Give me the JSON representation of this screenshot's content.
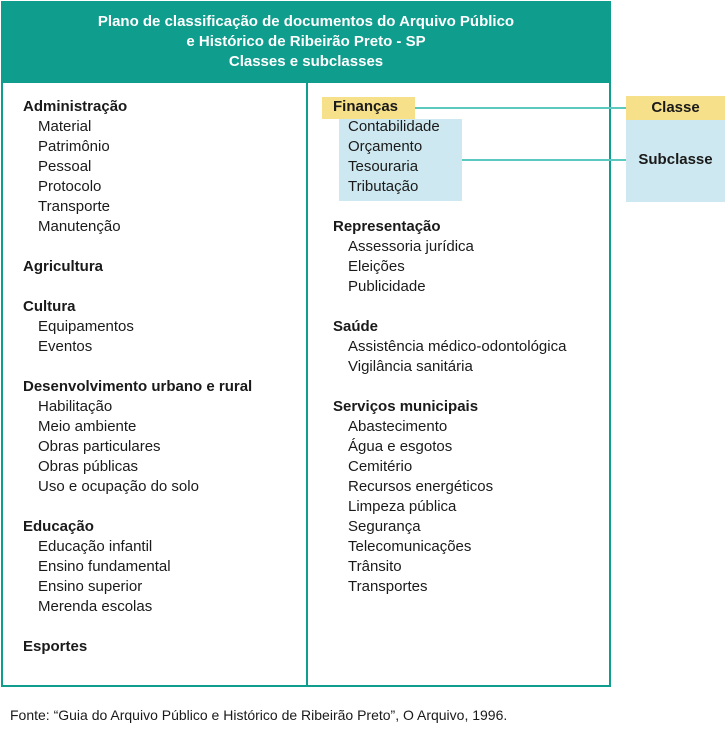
{
  "header": {
    "line1": "Plano de classificação de documentos do Arquivo Público",
    "line2": "e Histórico de Ribeirão Preto - SP",
    "line3": "Classes e subclasses"
  },
  "left_column": [
    {
      "class": "Administração",
      "subclasses": [
        "Material",
        "Patrimônio",
        "Pessoal",
        "Protocolo",
        "Transporte",
        "Manutenção"
      ]
    },
    {
      "class": "Agricultura",
      "subclasses": []
    },
    {
      "class": "Cultura",
      "subclasses": [
        "Equipamentos",
        "Eventos"
      ]
    },
    {
      "class": "Desenvolvimento urbano e rural",
      "subclasses": [
        "Habilitação",
        "Meio ambiente",
        "Obras particulares",
        "Obras públicas",
        "Uso e ocupação do solo"
      ]
    },
    {
      "class": "Educação",
      "subclasses": [
        "Educação infantil",
        "Ensino fundamental",
        "Ensino superior",
        "Merenda escolas"
      ]
    },
    {
      "class": "Esportes",
      "subclasses": []
    }
  ],
  "right_column": [
    {
      "class": "Finanças",
      "subclasses": [
        "Contabilidade",
        "Orçamento",
        "Tesouraria",
        "Tributação"
      ]
    },
    {
      "class": "Representação",
      "subclasses": [
        "Assessoria jurídica",
        "Eleições",
        "Publicidade"
      ]
    },
    {
      "class": "Saúde",
      "subclasses": [
        "Assistência médico-odontológica",
        "Vigilância sanitária"
      ]
    },
    {
      "class": "Serviços municipais",
      "subclasses": [
        "Abastecimento",
        "Água e esgotos",
        "Cemitério",
        "Recursos energéticos",
        "Limpeza pública",
        "Segurança",
        "Telecomunicações",
        "Trânsito",
        "Transportes"
      ]
    }
  ],
  "legend": {
    "class_label": "Classe",
    "subclass_label": "Subclasse"
  },
  "colors": {
    "teal": "#0f9e8e",
    "class_highlight": "#f6e08a",
    "subclass_highlight": "#cde8f0",
    "connector": "#5cc9c0"
  },
  "source": "Fonte: “Guia do Arquivo Público e Histórico de Ribeirão Preto”, O Arquivo, 1996."
}
